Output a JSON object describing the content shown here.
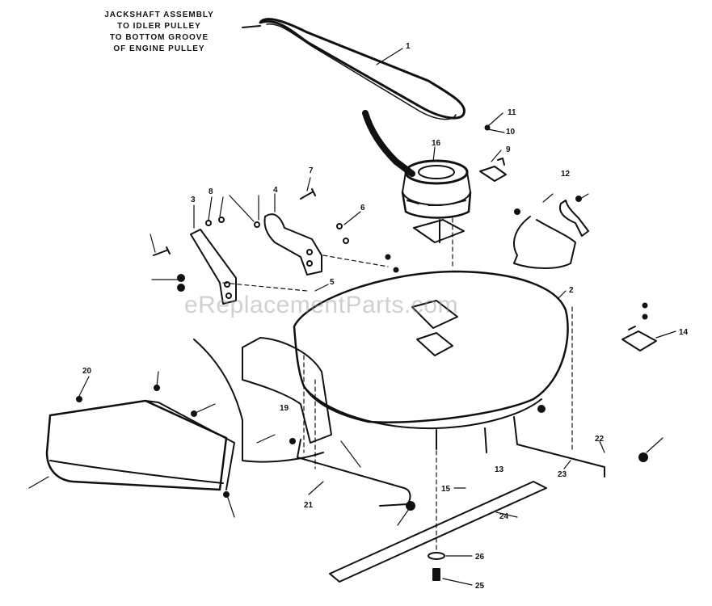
{
  "note": {
    "line1": "JACKSHAFT ASSEMBLY",
    "line2": "TO IDLER PULLEY",
    "line3": "TO BOTTOM GROOVE",
    "line4": "OF ENGINE PULLEY"
  },
  "watermark": "eReplacementParts.com",
  "callouts": [
    "1",
    "2",
    "3",
    "4",
    "5",
    "6",
    "7",
    "8",
    "9",
    "10",
    "11",
    "12",
    "13",
    "14",
    "15",
    "16",
    "19",
    "20",
    "21",
    "22",
    "23",
    "24",
    "25",
    "26"
  ]
}
